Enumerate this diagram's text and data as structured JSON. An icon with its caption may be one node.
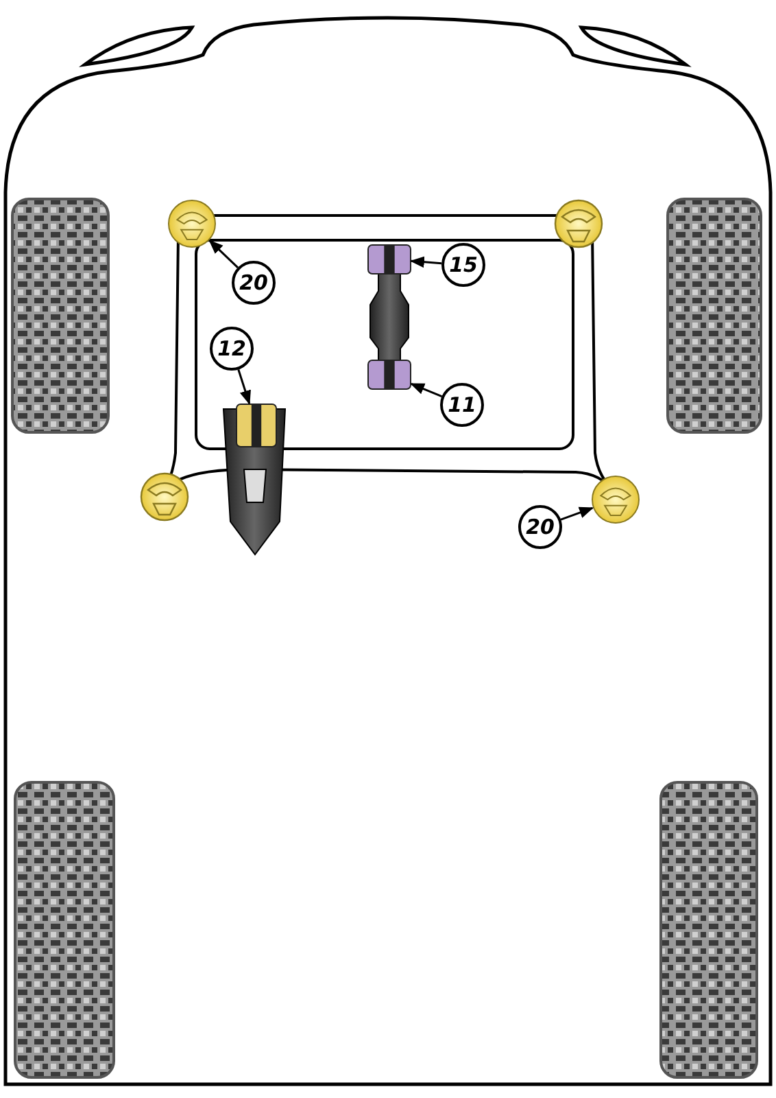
{
  "diagram": {
    "nodes": [
      {
        "text": [
          "20"
        ]
      },
      {
        "text": [
          "15"
        ]
      },
      {
        "text": [
          "12"
        ]
      },
      {
        "text": [
          "11"
        ]
      },
      {
        "text": [
          "20"
        ]
      },
      {
        "text": [],
        "shape": "circle"
      },
      {
        "text": [],
        "shape": "box"
      },
      {
        "text": [],
        "shape": "box"
      },
      {
        "text": [],
        "shape": "box"
      },
      {
        "text": [],
        "shape": "circle"
      }
    ],
    "edges": [
      {
        "from": 0,
        "to": 5,
        "arrow": "to"
      },
      {
        "from": 1,
        "to": 6,
        "arrow": "to"
      },
      {
        "from": 2,
        "to": 7,
        "arrow": "to"
      },
      {
        "from": 3,
        "to": 8,
        "arrow": "to"
      },
      {
        "from": 4,
        "to": 9,
        "arrow": "to"
      }
    ]
  }
}
